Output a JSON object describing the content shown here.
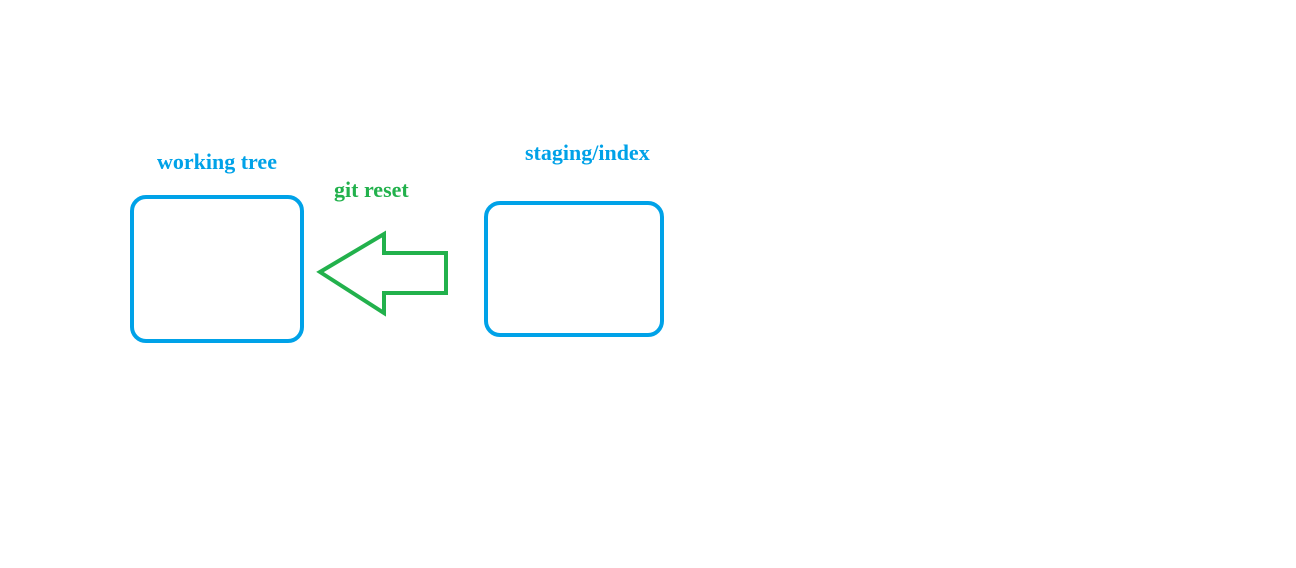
{
  "diagram": {
    "nodes": [
      {
        "id": "working-tree",
        "label": "working tree"
      },
      {
        "id": "staging",
        "label": "staging/index"
      }
    ],
    "edge": {
      "from": "staging",
      "to": "working-tree",
      "label": "git reset"
    },
    "colors": {
      "node": "#00A2E8",
      "edge": "#22B14C",
      "background": "#FFFFFF"
    }
  }
}
